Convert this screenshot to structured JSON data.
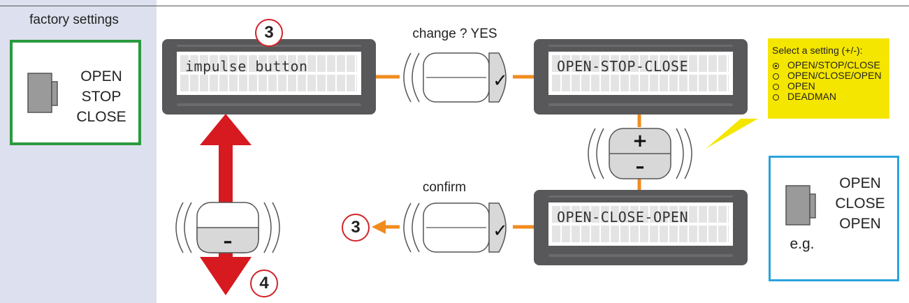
{
  "sidebar": {
    "title": "factory settings"
  },
  "factory_box": {
    "lines": [
      "OPEN",
      "STOP",
      "CLOSE"
    ]
  },
  "example_box": {
    "lines": [
      "OPEN",
      "CLOSE",
      "OPEN"
    ],
    "eg": "e.g."
  },
  "lcd_top_left": {
    "text": "impulse button"
  },
  "lcd_top_right": {
    "text": "OPEN-STOP-CLOSE"
  },
  "lcd_bottom_right": {
    "text": "OPEN-CLOSE-OPEN"
  },
  "labels": {
    "change": "change ? YES",
    "confirm": "confirm"
  },
  "badges": {
    "step_top": "3",
    "step_left": "3",
    "step_down": "4"
  },
  "buttons": {
    "plus": "+",
    "minus": "–",
    "minus_left": "–",
    "check": "✓"
  },
  "bubble": {
    "title": "Select a setting (+/-):",
    "options": [
      "OPEN/STOP/CLOSE",
      "OPEN/CLOSE/OPEN",
      "OPEN",
      "DEADMAN"
    ],
    "selected_index": 0
  },
  "colors": {
    "arrow_red": "#d71920",
    "line_orange": "#f08c1e",
    "bubble_yellow": "#f5e600",
    "factory_border": "#2a9a3e",
    "example_border": "#2ba3dc"
  }
}
